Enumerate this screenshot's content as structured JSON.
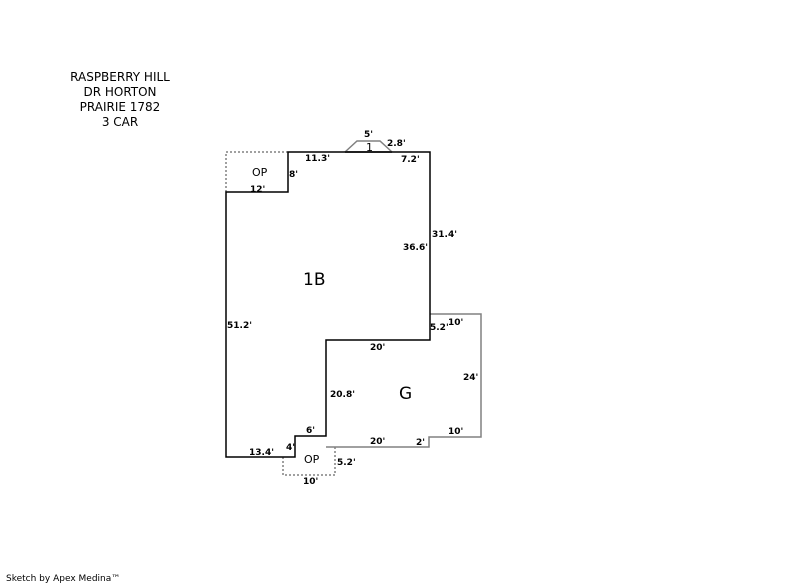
{
  "header": {
    "lines": [
      "RASPBERRY HILL",
      "DR HORTON",
      "PRAIRIE 1782",
      "3 CAR"
    ]
  },
  "footer": "Sketch by Apex Medina™",
  "areas": {
    "living": "1B",
    "garage": "G",
    "porch_top": "OP",
    "porch_bottom": "OP",
    "bay": "1"
  },
  "dimensions": {
    "porch_top_bottom": "12'",
    "porch_top_side": "8'",
    "top_left": "11.3'",
    "bay_top": "5'",
    "bay_side": "2.8'",
    "top_right": "7.2'",
    "right_outer": "31.4'",
    "right_inner": "36.6'",
    "left": "51.2'",
    "step_right": "5.2'",
    "garage_top": "10'",
    "garage_right": "24'",
    "garage_inner_top": "20'",
    "garage_inner_left": "20.8'",
    "garage_bottom_right": "10'",
    "garage_step": "2'",
    "garage_bottom": "20'",
    "bottom_left": "13.4'",
    "notch_side": "4'",
    "notch_top": "6'",
    "porch_bottom_side": "5.2'",
    "porch_bottom_width": "10'"
  },
  "colors": {
    "main_outline": "#000000",
    "garage_outline": "#808080",
    "porch_outline": "#808080"
  }
}
